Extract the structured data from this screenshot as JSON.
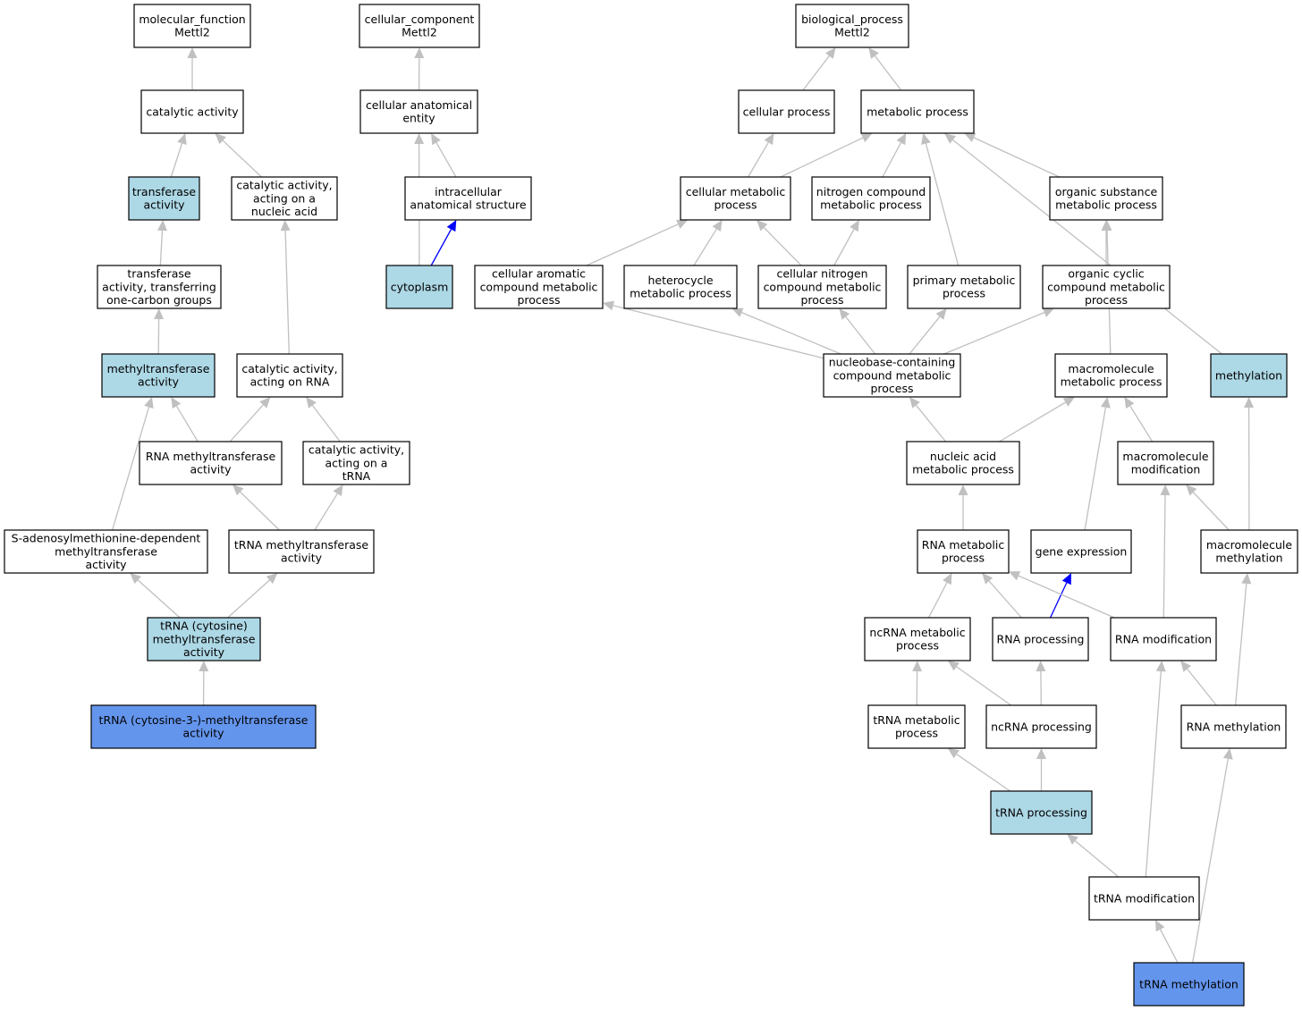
{
  "colors": {
    "background": "#ffffff",
    "default_fill": "#ffffff",
    "highlight_light": "#add8e6",
    "highlight_dark": "#6495ed",
    "edge_default": "#c0c0c0",
    "edge_strong": "#0000ff",
    "border": "#000000"
  },
  "nodes": [
    {
      "id": "mf_root",
      "lines": [
        "molecular_function",
        "Mettl2"
      ],
      "style": "default"
    },
    {
      "id": "catalytic",
      "lines": [
        "catalytic activity"
      ],
      "style": "default"
    },
    {
      "id": "transferase",
      "lines": [
        "transferase",
        "activity"
      ],
      "style": "light"
    },
    {
      "id": "cat_nucleic",
      "lines": [
        "catalytic activity,",
        "acting on a",
        "nucleic acid"
      ],
      "style": "default"
    },
    {
      "id": "transf_onecarbon",
      "lines": [
        "transferase",
        "activity, transferring",
        "one-carbon groups"
      ],
      "style": "default"
    },
    {
      "id": "methyltransferase",
      "lines": [
        "methyltransferase",
        "activity"
      ],
      "style": "light"
    },
    {
      "id": "cat_rna",
      "lines": [
        "catalytic activity,",
        "acting on RNA"
      ],
      "style": "default"
    },
    {
      "id": "rna_mtase",
      "lines": [
        "RNA methyltransferase",
        "activity"
      ],
      "style": "default"
    },
    {
      "id": "cat_trna",
      "lines": [
        "catalytic activity,",
        "acting on a",
        "tRNA"
      ],
      "style": "default"
    },
    {
      "id": "sam_mtase",
      "lines": [
        "S-adenosylmethionine-dependent",
        "methyltransferase",
        "activity"
      ],
      "style": "default"
    },
    {
      "id": "trna_mtase",
      "lines": [
        "tRNA methyltransferase",
        "activity"
      ],
      "style": "default"
    },
    {
      "id": "trna_cyt_mtase",
      "lines": [
        "tRNA (cytosine)",
        "methyltransferase",
        "activity"
      ],
      "style": "light"
    },
    {
      "id": "trna_cyt3_mtase",
      "lines": [
        "tRNA (cytosine-3-)-methyltransferase",
        "activity"
      ],
      "style": "dark"
    },
    {
      "id": "cc_root",
      "lines": [
        "cellular_component",
        "Mettl2"
      ],
      "style": "default"
    },
    {
      "id": "cell_anat",
      "lines": [
        "cellular anatomical",
        "entity"
      ],
      "style": "default"
    },
    {
      "id": "intra_anat",
      "lines": [
        "intracellular",
        "anatomical structure"
      ],
      "style": "default"
    },
    {
      "id": "cytoplasm",
      "lines": [
        "cytoplasm"
      ],
      "style": "light"
    },
    {
      "id": "bp_root",
      "lines": [
        "biological_process",
        "Mettl2"
      ],
      "style": "default"
    },
    {
      "id": "cellular_process",
      "lines": [
        "cellular process"
      ],
      "style": "default"
    },
    {
      "id": "metabolic_process",
      "lines": [
        "metabolic process"
      ],
      "style": "default"
    },
    {
      "id": "cell_metabolic",
      "lines": [
        "cellular metabolic",
        "process"
      ],
      "style": "default"
    },
    {
      "id": "nitrogen_cmp",
      "lines": [
        "nitrogen compound",
        "metabolic process"
      ],
      "style": "default"
    },
    {
      "id": "org_subst",
      "lines": [
        "organic substance",
        "metabolic process"
      ],
      "style": "default"
    },
    {
      "id": "cell_arom",
      "lines": [
        "cellular aromatic",
        "compound metabolic",
        "process"
      ],
      "style": "default"
    },
    {
      "id": "heterocycle",
      "lines": [
        "heterocycle",
        "metabolic process"
      ],
      "style": "default"
    },
    {
      "id": "cell_nitrogen",
      "lines": [
        "cellular nitrogen",
        "compound metabolic",
        "process"
      ],
      "style": "default"
    },
    {
      "id": "primary_met",
      "lines": [
        "primary metabolic",
        "process"
      ],
      "style": "default"
    },
    {
      "id": "org_cyclic",
      "lines": [
        "organic cyclic",
        "compound metabolic",
        "process"
      ],
      "style": "default"
    },
    {
      "id": "nucleobase",
      "lines": [
        "nucleobase-containing",
        "compound metabolic",
        "process"
      ],
      "style": "default"
    },
    {
      "id": "macromol_met",
      "lines": [
        "macromolecule",
        "metabolic process"
      ],
      "style": "default"
    },
    {
      "id": "methylation",
      "lines": [
        "methylation"
      ],
      "style": "light"
    },
    {
      "id": "nucleic_met",
      "lines": [
        "nucleic acid",
        "metabolic process"
      ],
      "style": "default"
    },
    {
      "id": "macromol_mod",
      "lines": [
        "macromolecule",
        "modification"
      ],
      "style": "default"
    },
    {
      "id": "rna_met",
      "lines": [
        "RNA metabolic",
        "process"
      ],
      "style": "default"
    },
    {
      "id": "gene_expr",
      "lines": [
        "gene expression"
      ],
      "style": "default"
    },
    {
      "id": "macromol_meth",
      "lines": [
        "macromolecule",
        "methylation"
      ],
      "style": "default"
    },
    {
      "id": "ncrna_met",
      "lines": [
        "ncRNA metabolic",
        "process"
      ],
      "style": "default"
    },
    {
      "id": "rna_processing",
      "lines": [
        "RNA processing"
      ],
      "style": "default"
    },
    {
      "id": "rna_mod",
      "lines": [
        "RNA modification"
      ],
      "style": "default"
    },
    {
      "id": "trna_met",
      "lines": [
        "tRNA metabolic",
        "process"
      ],
      "style": "default"
    },
    {
      "id": "ncrna_proc",
      "lines": [
        "ncRNA processing"
      ],
      "style": "default"
    },
    {
      "id": "rna_methylation",
      "lines": [
        "RNA methylation"
      ],
      "style": "default"
    },
    {
      "id": "trna_proc",
      "lines": [
        "tRNA processing"
      ],
      "style": "light"
    },
    {
      "id": "trna_mod",
      "lines": [
        "tRNA modification"
      ],
      "style": "default"
    },
    {
      "id": "trna_methylation",
      "lines": [
        "tRNA methylation"
      ],
      "style": "dark"
    }
  ],
  "edges": [
    {
      "from": "catalytic",
      "to": "mf_root",
      "style": "default"
    },
    {
      "from": "transferase",
      "to": "catalytic",
      "style": "default"
    },
    {
      "from": "cat_nucleic",
      "to": "catalytic",
      "style": "default"
    },
    {
      "from": "transf_onecarbon",
      "to": "transferase",
      "style": "default"
    },
    {
      "from": "methyltransferase",
      "to": "transf_onecarbon",
      "style": "default"
    },
    {
      "from": "cat_rna",
      "to": "cat_nucleic",
      "style": "default"
    },
    {
      "from": "rna_mtase",
      "to": "methyltransferase",
      "style": "default"
    },
    {
      "from": "rna_mtase",
      "to": "cat_rna",
      "style": "default"
    },
    {
      "from": "cat_trna",
      "to": "cat_rna",
      "style": "default"
    },
    {
      "from": "sam_mtase",
      "to": "methyltransferase",
      "style": "default"
    },
    {
      "from": "trna_mtase",
      "to": "rna_mtase",
      "style": "default"
    },
    {
      "from": "trna_mtase",
      "to": "cat_trna",
      "style": "default"
    },
    {
      "from": "trna_cyt_mtase",
      "to": "sam_mtase",
      "style": "default"
    },
    {
      "from": "trna_cyt_mtase",
      "to": "trna_mtase",
      "style": "default"
    },
    {
      "from": "trna_cyt3_mtase",
      "to": "trna_cyt_mtase",
      "style": "default"
    },
    {
      "from": "cell_anat",
      "to": "cc_root",
      "style": "default"
    },
    {
      "from": "intra_anat",
      "to": "cell_anat",
      "style": "default"
    },
    {
      "from": "cytoplasm",
      "to": "cell_anat",
      "style": "default"
    },
    {
      "from": "cytoplasm",
      "to": "intra_anat",
      "style": "strong"
    },
    {
      "from": "cellular_process",
      "to": "bp_root",
      "style": "default"
    },
    {
      "from": "metabolic_process",
      "to": "bp_root",
      "style": "default"
    },
    {
      "from": "cell_metabolic",
      "to": "cellular_process",
      "style": "default"
    },
    {
      "from": "cell_metabolic",
      "to": "metabolic_process",
      "style": "default"
    },
    {
      "from": "nitrogen_cmp",
      "to": "metabolic_process",
      "style": "default"
    },
    {
      "from": "org_subst",
      "to": "metabolic_process",
      "style": "default"
    },
    {
      "from": "primary_met",
      "to": "metabolic_process",
      "style": "default"
    },
    {
      "from": "methylation",
      "to": "metabolic_process",
      "style": "default"
    },
    {
      "from": "cell_arom",
      "to": "cell_metabolic",
      "style": "default"
    },
    {
      "from": "heterocycle",
      "to": "cell_metabolic",
      "style": "default"
    },
    {
      "from": "cell_nitrogen",
      "to": "cell_metabolic",
      "style": "default"
    },
    {
      "from": "cell_nitrogen",
      "to": "nitrogen_cmp",
      "style": "default"
    },
    {
      "from": "org_cyclic",
      "to": "org_subst",
      "style": "default"
    },
    {
      "from": "macromol_met",
      "to": "org_subst",
      "style": "default"
    },
    {
      "from": "nucleobase",
      "to": "cell_arom",
      "style": "default"
    },
    {
      "from": "nucleobase",
      "to": "heterocycle",
      "style": "default"
    },
    {
      "from": "nucleobase",
      "to": "cell_nitrogen",
      "style": "default"
    },
    {
      "from": "nucleobase",
      "to": "primary_met",
      "style": "default"
    },
    {
      "from": "nucleobase",
      "to": "org_cyclic",
      "style": "default"
    },
    {
      "from": "nucleic_met",
      "to": "nucleobase",
      "style": "default"
    },
    {
      "from": "nucleic_met",
      "to": "macromol_met",
      "style": "default"
    },
    {
      "from": "gene_expr",
      "to": "macromol_met",
      "style": "default"
    },
    {
      "from": "macromol_mod",
      "to": "macromol_met",
      "style": "default"
    },
    {
      "from": "rna_met",
      "to": "nucleic_met",
      "style": "default"
    },
    {
      "from": "macromol_meth",
      "to": "macromol_mod",
      "style": "default"
    },
    {
      "from": "macromol_meth",
      "to": "methylation",
      "style": "default"
    },
    {
      "from": "ncrna_met",
      "to": "rna_met",
      "style": "default"
    },
    {
      "from": "rna_processing",
      "to": "rna_met",
      "style": "default"
    },
    {
      "from": "rna_processing",
      "to": "gene_expr",
      "style": "strong"
    },
    {
      "from": "rna_mod",
      "to": "rna_met",
      "style": "default"
    },
    {
      "from": "rna_mod",
      "to": "macromol_mod",
      "style": "default"
    },
    {
      "from": "trna_met",
      "to": "ncrna_met",
      "style": "default"
    },
    {
      "from": "ncrna_proc",
      "to": "ncrna_met",
      "style": "default"
    },
    {
      "from": "ncrna_proc",
      "to": "rna_processing",
      "style": "default"
    },
    {
      "from": "rna_methylation",
      "to": "rna_mod",
      "style": "default"
    },
    {
      "from": "rna_methylation",
      "to": "macromol_meth",
      "style": "default"
    },
    {
      "from": "trna_proc",
      "to": "trna_met",
      "style": "default"
    },
    {
      "from": "trna_proc",
      "to": "ncrna_proc",
      "style": "default"
    },
    {
      "from": "trna_mod",
      "to": "trna_proc",
      "style": "default"
    },
    {
      "from": "trna_mod",
      "to": "rna_mod",
      "style": "default"
    },
    {
      "from": "trna_methylation",
      "to": "trna_mod",
      "style": "default"
    },
    {
      "from": "trna_methylation",
      "to": "rna_methylation",
      "style": "default"
    }
  ]
}
